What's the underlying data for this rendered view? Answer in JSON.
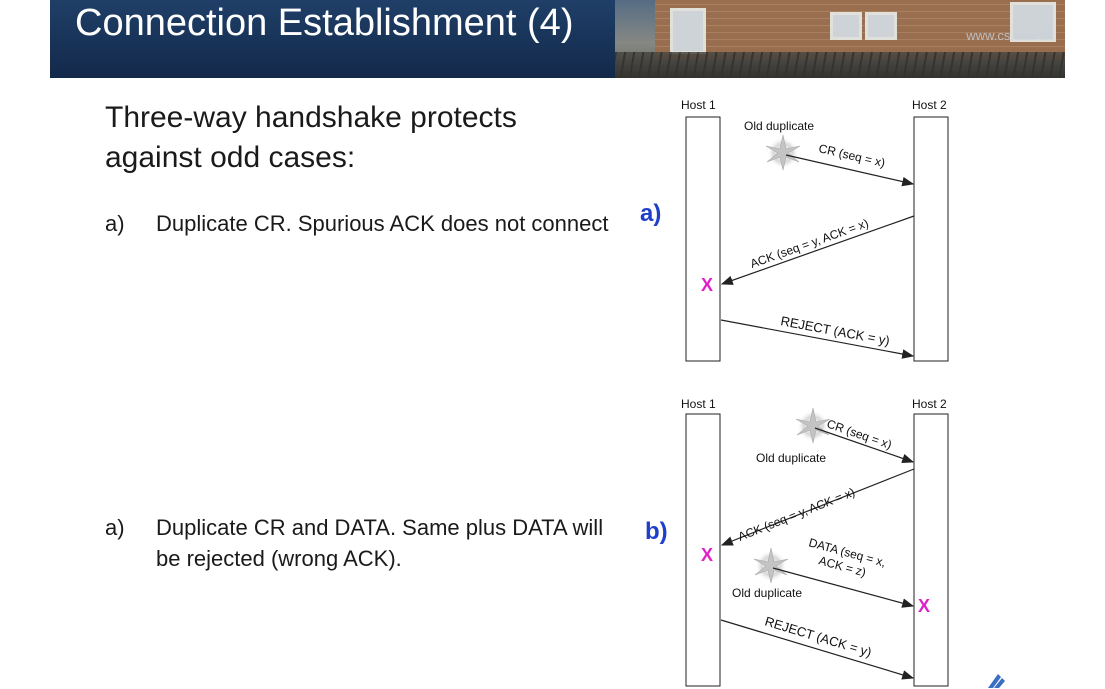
{
  "title": "Connection Establishment (4)",
  "watermark": "www.cs.aau.dk",
  "heading": "Three-way handshake protects against odd cases:",
  "items": [
    {
      "marker": "a)",
      "text": "Duplicate CR. Spurious ACK does not connect"
    },
    {
      "marker": "a)",
      "text": "Duplicate CR and DATA. Same plus DATA will be rejected (wrong ACK)."
    }
  ],
  "diagram_a": {
    "label": "a)",
    "host1": "Host 1",
    "host2": "Host 2",
    "old_duplicate": "Old duplicate",
    "msg_cr": "CR (seq = x)",
    "msg_ack": "ACK (seq = y, ACK = x)",
    "msg_reject": "REJECT (ACK = y)",
    "x_mark": "X"
  },
  "diagram_b": {
    "label": "b)",
    "host1": "Host 1",
    "host2": "Host 2",
    "old_duplicate_1": "Old duplicate",
    "old_duplicate_2": "Old duplicate",
    "msg_cr": "CR (seq = x)",
    "msg_ack": "ACK (seq = y, ACK = x)",
    "msg_data_1": "DATA (seq = x,",
    "msg_data_2": "ACK = z)",
    "msg_reject": "REJECT (ACK = y)",
    "x_mark_1": "X",
    "x_mark_2": "X"
  },
  "colors": {
    "banner": "#1f3f68",
    "label_blue": "#1f3fc8",
    "x_magenta": "#e020c8"
  }
}
